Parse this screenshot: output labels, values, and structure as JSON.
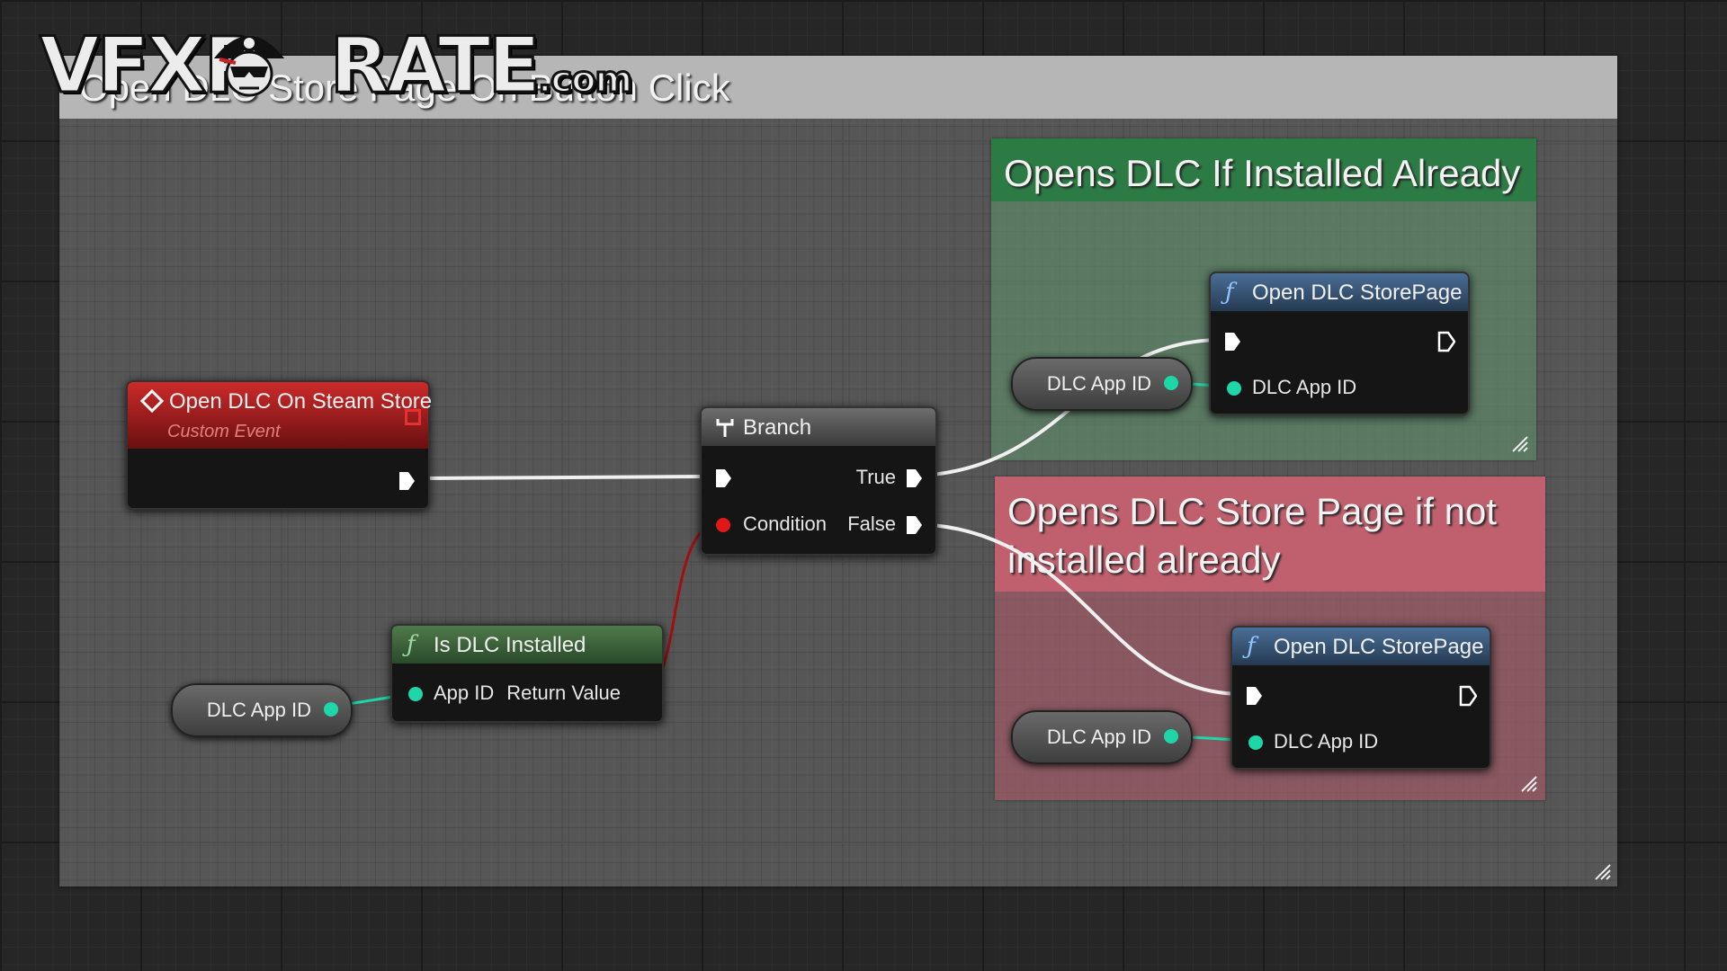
{
  "watermark": {
    "text_left": "VFXP",
    "text_right": "RATE",
    "suffix": ".com"
  },
  "main_comment": {
    "title": "Open DLC Store Page On Button Click"
  },
  "comments": {
    "installed": {
      "title": "Opens DLC If Installed Already",
      "color": "#2c7a44"
    },
    "not_installed": {
      "title": "Opens DLC Store Page if not installed already",
      "color": "#c0606e"
    }
  },
  "nodes": {
    "event": {
      "title": "Open DLC On Steam Store",
      "subtitle": "Custom Event",
      "color": "#b01e1e"
    },
    "branch": {
      "title": "Branch",
      "true_label": "True",
      "false_label": "False",
      "condition_label": "Condition"
    },
    "is_installed": {
      "title": "Is DLC Installed",
      "input_label": "App ID",
      "output_label": "Return Value"
    },
    "store_top": {
      "title": "Open DLC StorePage",
      "input_label": "DLC App ID"
    },
    "store_bottom": {
      "title": "Open DLC StorePage",
      "input_label": "DLC App ID"
    }
  },
  "variables": {
    "var_left": "DLC App ID",
    "var_top": "DLC App ID",
    "var_bottom": "DLC App ID"
  },
  "colors": {
    "exec_wire": "#f0f0f0",
    "data_wire": "#1fd6a8",
    "bool_wire": "#a01010"
  }
}
